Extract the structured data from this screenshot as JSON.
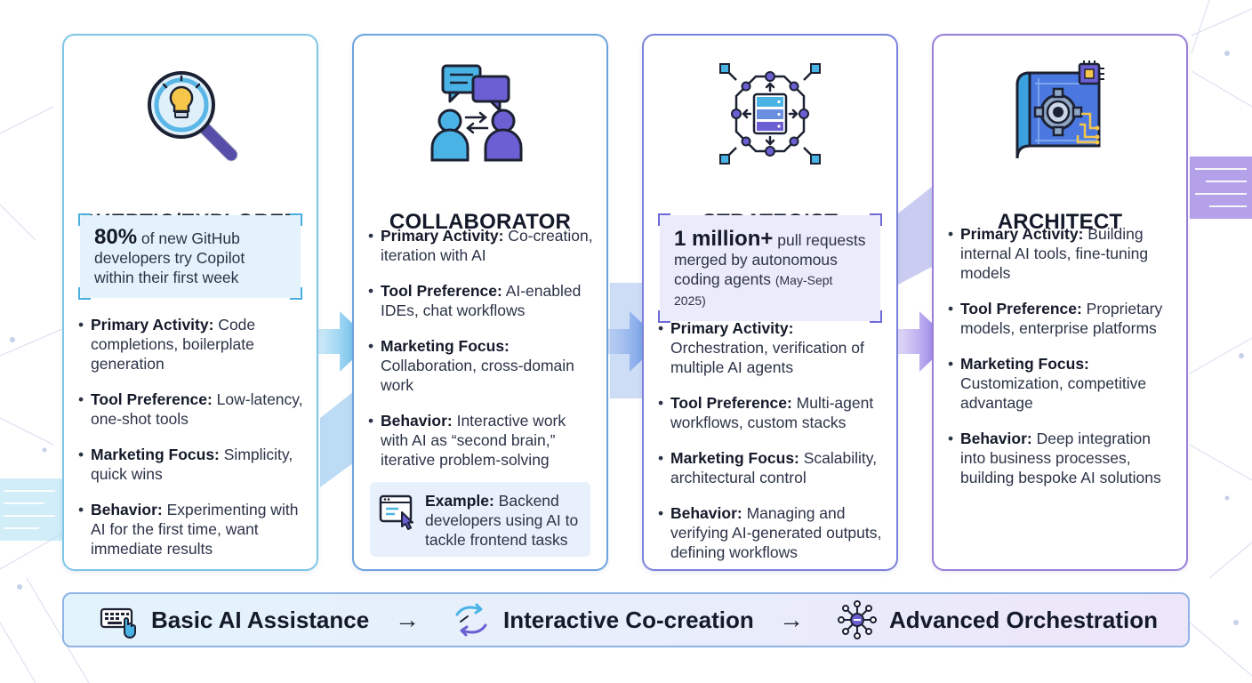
{
  "cards": [
    {
      "title": "SKEPTIC/EXPLORER",
      "icon": "magnifier-lightbulb-icon",
      "stat": {
        "highlight": "80%",
        "text": " of new GitHub developers try Copilot within their first week"
      },
      "bullets": [
        {
          "label": "Primary Activity:",
          "text": " Code completions, boilerplate generation"
        },
        {
          "label": "Tool Preference:",
          "text": " Low-latency, one-shot tools"
        },
        {
          "label": "Marketing Focus:",
          "text": " Simplicity, quick wins"
        },
        {
          "label": "Behavior:",
          "text": " Experimenting with AI for the first time, want immediate results"
        }
      ]
    },
    {
      "title": "COLLABORATOR",
      "icon": "people-chat-icon",
      "bullets": [
        {
          "label": "Primary Activity:",
          "text": " Co-creation, iteration with AI"
        },
        {
          "label": "Tool Preference:",
          "text": " AI-enabled IDEs, chat workflows"
        },
        {
          "label": "Marketing Focus:",
          "text": " Collaboration, cross-domain work"
        },
        {
          "label": "Behavior:",
          "text": " Interactive work with AI as “second brain,” iterative problem-solving"
        }
      ],
      "example": {
        "label": "Example:",
        "text": " Backend developers using AI to tackle frontend tasks",
        "icon": "browser-click-icon"
      }
    },
    {
      "title": "STRATEGIST",
      "icon": "server-network-icon",
      "stat": {
        "highlight": "1 million+",
        "text": " pull requests merged by autonomous coding agents",
        "note": "(May-Sept 2025)"
      },
      "bullets": [
        {
          "label": "Primary Activity:",
          "text": " Orchestration, verification of multiple AI agents"
        },
        {
          "label": "Tool Preference:",
          "text": " Multi-agent workflows, custom stacks"
        },
        {
          "label": "Marketing Focus:",
          "text": " Scalability, architectural control"
        },
        {
          "label": "Behavior:",
          "text": " Managing and verifying AI-generated outputs, defining workflows"
        }
      ]
    },
    {
      "title": "ARCHITECT",
      "icon": "blueprint-gear-chip-icon",
      "bullets": [
        {
          "label": "Primary Activity:",
          "text": " Building internal AI tools, fine-tuning models"
        },
        {
          "label": "Tool Preference:",
          "text": " Proprietary models, enterprise platforms"
        },
        {
          "label": "Marketing Focus:",
          "text": " Customization, competitive advantage"
        },
        {
          "label": "Behavior:",
          "text": " Deep integration into business processes, building bespoke AI solutions"
        }
      ]
    }
  ],
  "progression": {
    "stages": [
      {
        "label": "Basic AI Assistance",
        "icon": "keyboard-hand-icon"
      },
      {
        "label": "Interactive Co-creation",
        "icon": "sync-arrows-icon"
      },
      {
        "label": "Advanced Orchestration",
        "icon": "network-hub-icon"
      }
    ],
    "arrow": "→"
  },
  "colors": {
    "cyan": "#4aaee0",
    "blue": "#5b8fe0",
    "indigo": "#6c6ad8",
    "purple": "#8a5fd8",
    "ink": "#141a2a"
  }
}
